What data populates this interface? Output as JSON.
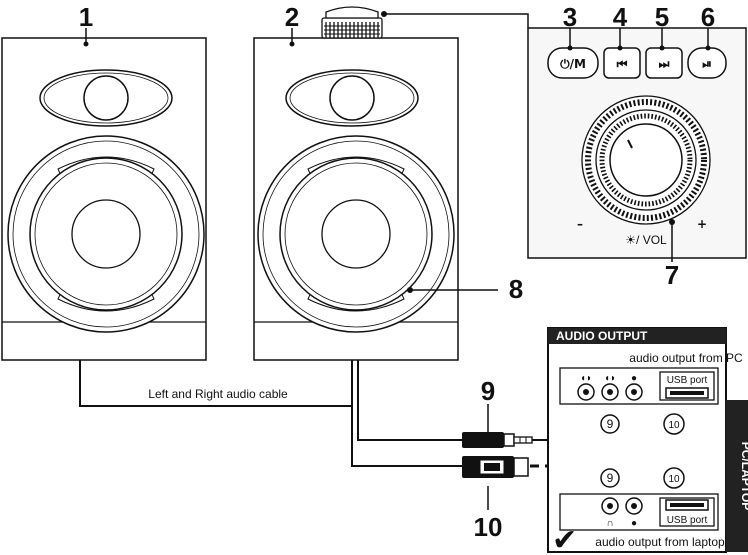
{
  "callouts": {
    "n1": "1",
    "n2": "2",
    "n3": "3",
    "n4": "4",
    "n5": "5",
    "n6": "6",
    "n7": "7",
    "n8": "8",
    "n9": "9",
    "n10": "10"
  },
  "panel": {
    "power_mode_label": "⏻/M",
    "prev_label": "⏮",
    "next_label": "⏭",
    "play_pause_label": "⏯",
    "minus": "–",
    "plus": "+",
    "light_vol_label": "☀/ VOL"
  },
  "cable_label": "Left and Right audio cable",
  "pc_box": {
    "title": "AUDIO OUTPUT",
    "top_caption": "audio output from PC",
    "usb_top": "USB port",
    "usb_bottom": "USB port",
    "bottom_caption": "audio output from laptop",
    "side_label": "PC/LAPTOP",
    "circled_9a": "9",
    "circled_9b": "9",
    "circled_10a": "10",
    "circled_10b": "10",
    "check_mark": "✔"
  },
  "colors": {
    "ink": "#111111",
    "panel_bg": "#f7f7f7",
    "speaker_face": "#ffffff"
  }
}
